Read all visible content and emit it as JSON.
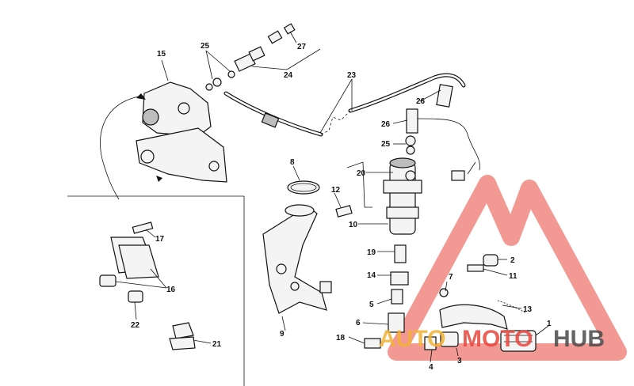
{
  "labels": {
    "l1": "1",
    "l2": "2",
    "l3": "3",
    "l4": "4",
    "l5": "5",
    "l6": "6",
    "l7": "7",
    "l8": "8",
    "l9": "9",
    "l10": "10",
    "l11": "11",
    "l12": "12",
    "l13": "13",
    "l14": "14",
    "l15": "15",
    "l16": "16",
    "l17": "17",
    "l18": "18",
    "l19": "19",
    "l20": "20",
    "l21": "21",
    "l22": "22",
    "l23": "23",
    "l24": "24",
    "l25a": "25",
    "l25b": "25",
    "l26a": "26",
    "l26b": "26",
    "l27": "27"
  },
  "watermark": {
    "part1": "AUTO",
    "part2": "MOTO",
    "part3": "HUB",
    "color_main": "#e8453c",
    "color_accent": "#f2b233",
    "color_dark": "#4a4a4a"
  }
}
